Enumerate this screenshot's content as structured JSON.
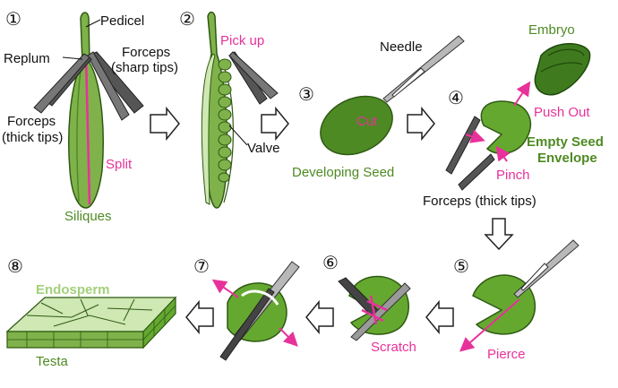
{
  "steps": [
    "①",
    "②",
    "③",
    "④",
    "⑤",
    "⑥",
    "⑦",
    "⑧"
  ],
  "labels": {
    "pedicel": "Pedicel",
    "replum": "Replum",
    "forceps_sharp_1": "Forceps",
    "forceps_sharp_2": "(sharp tips)",
    "forceps_thick_1": "Forceps",
    "forceps_thick_2": "(thick tips)",
    "split": "Split",
    "siliques": "Siliques",
    "pick_up": "Pick up",
    "valve": "Valve",
    "needle": "Needle",
    "cut": "Cut",
    "developing_seed": "Developing Seed",
    "embryo": "Embryo",
    "push_out": "Push Out",
    "empty_seed_1": "Empty Seed",
    "empty_seed_2": "Envelope",
    "pinch": "Pinch",
    "forceps_thick_tips": "Forceps (thick tips)",
    "pierce": "Pierce",
    "scratch": "Scratch",
    "endosperm": "Endosperm",
    "testa": "Testa"
  },
  "colors": {
    "dark_green": "#3f7a1f",
    "mid_green": "#65a830",
    "light_green": "#cfe8b4",
    "pink": "#e8319a",
    "tool_dark": "#444444",
    "tool_grey": "#9a9a9a"
  }
}
